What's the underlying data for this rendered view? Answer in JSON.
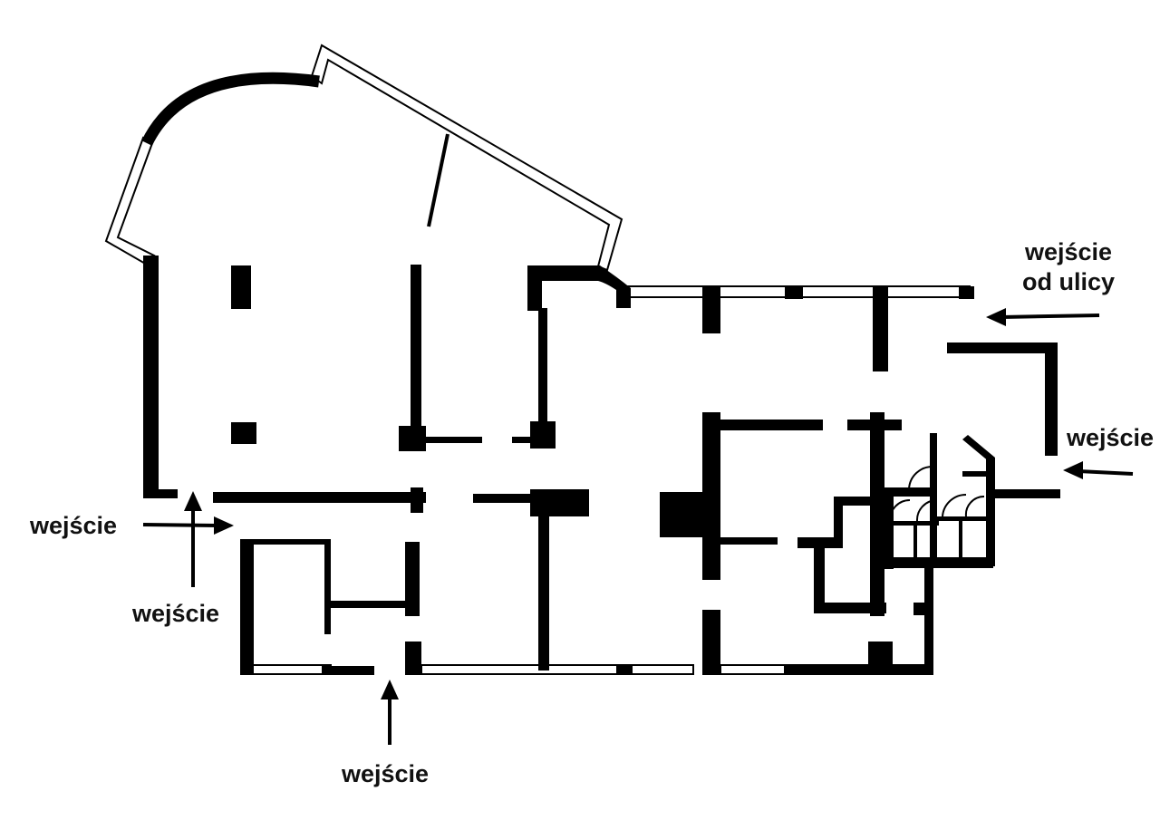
{
  "title": "Floor plan",
  "colors": {
    "wall": "#000000",
    "background": "#ffffff"
  },
  "labels": {
    "street_entrance_line1": "wejście",
    "street_entrance_line2": "od ulicy",
    "entrance_right": "wejście",
    "entrance_left": "wejście",
    "entrance_lower_left": "wejście",
    "entrance_bottom": "wejście"
  }
}
